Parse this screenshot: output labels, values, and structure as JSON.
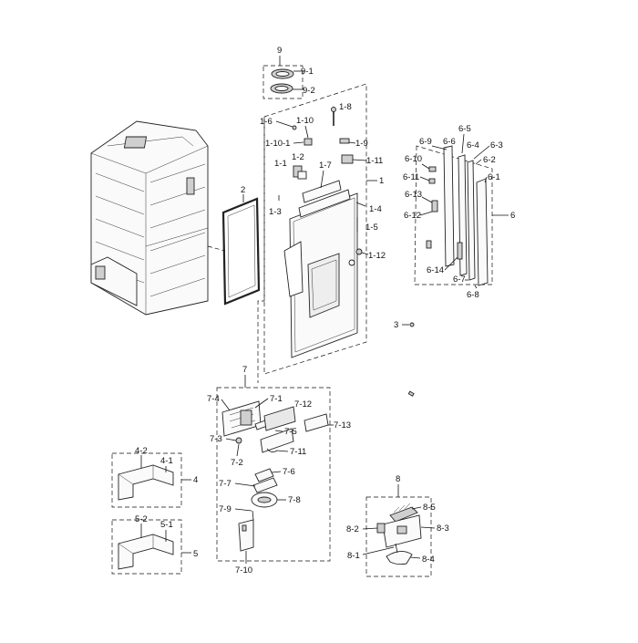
{
  "labels": {
    "l9": "9",
    "l9_1": "9-1",
    "l9_2": "9-2",
    "l1_6": "1-6",
    "l1_10": "1-10",
    "l1_8": "1-8",
    "l1_10_1": "1-10-1",
    "l1_9": "1-9",
    "l1_1": "1-1",
    "l1_2": "1-2",
    "l1_11": "1-11",
    "l1_7": "1-7",
    "l1": "1",
    "l1_3": "1-3",
    "l1_4": "1-4",
    "l1_5": "1-5",
    "l1_12": "1-12",
    "l2": "2",
    "l3": "3",
    "l6_5": "6-5",
    "l6_9": "6-9",
    "l6_6": "6-6",
    "l6_4": "6-4",
    "l6_3": "6-3",
    "l6_10": "6-10",
    "l6_2": "6-2",
    "l6_11": "6-11",
    "l6_1": "6-1",
    "l6_13": "6-13",
    "l6_12": "6-12",
    "l6": "6",
    "l6_14": "6-14",
    "l6_7": "6-7",
    "l6_8": "6-8",
    "l7": "7",
    "l7_4": "7-4",
    "l7_1": "7-1",
    "l7_12": "7-12",
    "l7_13": "7-13",
    "l7_5": "7-5",
    "l7_3": "7-3",
    "l7_11": "7-11",
    "l7_2": "7-2",
    "l7_6": "7-6",
    "l7_7": "7-7",
    "l7_8": "7-8",
    "l7_9": "7-9",
    "l7_10": "7-10",
    "l4_2": "4-2",
    "l4_1": "4-1",
    "l4": "4",
    "l5_2": "5-2",
    "l5_1": "5-1",
    "l5": "5",
    "l8": "8",
    "l8_5": "8-5",
    "l8_2": "8-2",
    "l8_3": "8-3",
    "l8_1": "8-1",
    "l8_4": "8-4"
  }
}
